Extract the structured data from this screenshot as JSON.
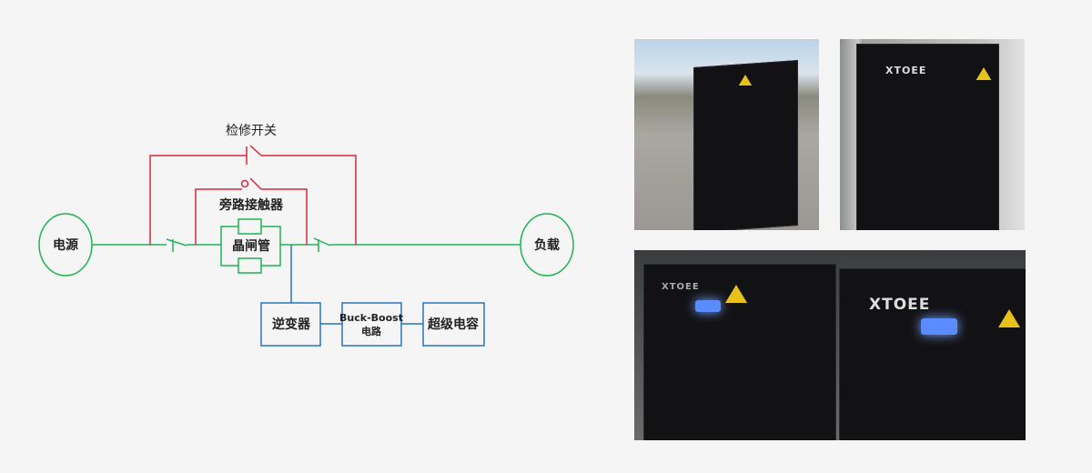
{
  "diagram": {
    "source": "电源",
    "load": "负载",
    "maintenance_switch": "检修开关",
    "bypass_contactor": "旁路接触器",
    "thyristor": "晶闸管",
    "inverter": "逆变器",
    "buck_boost_line1": "Buck-Boost",
    "buck_boost_line2": "电路",
    "supercapacitor": "超级电容",
    "colors": {
      "green": "#1db454",
      "red": "#d8263c",
      "blue": "#2a73c0"
    }
  },
  "photos": {
    "brand": "XTOEE"
  }
}
